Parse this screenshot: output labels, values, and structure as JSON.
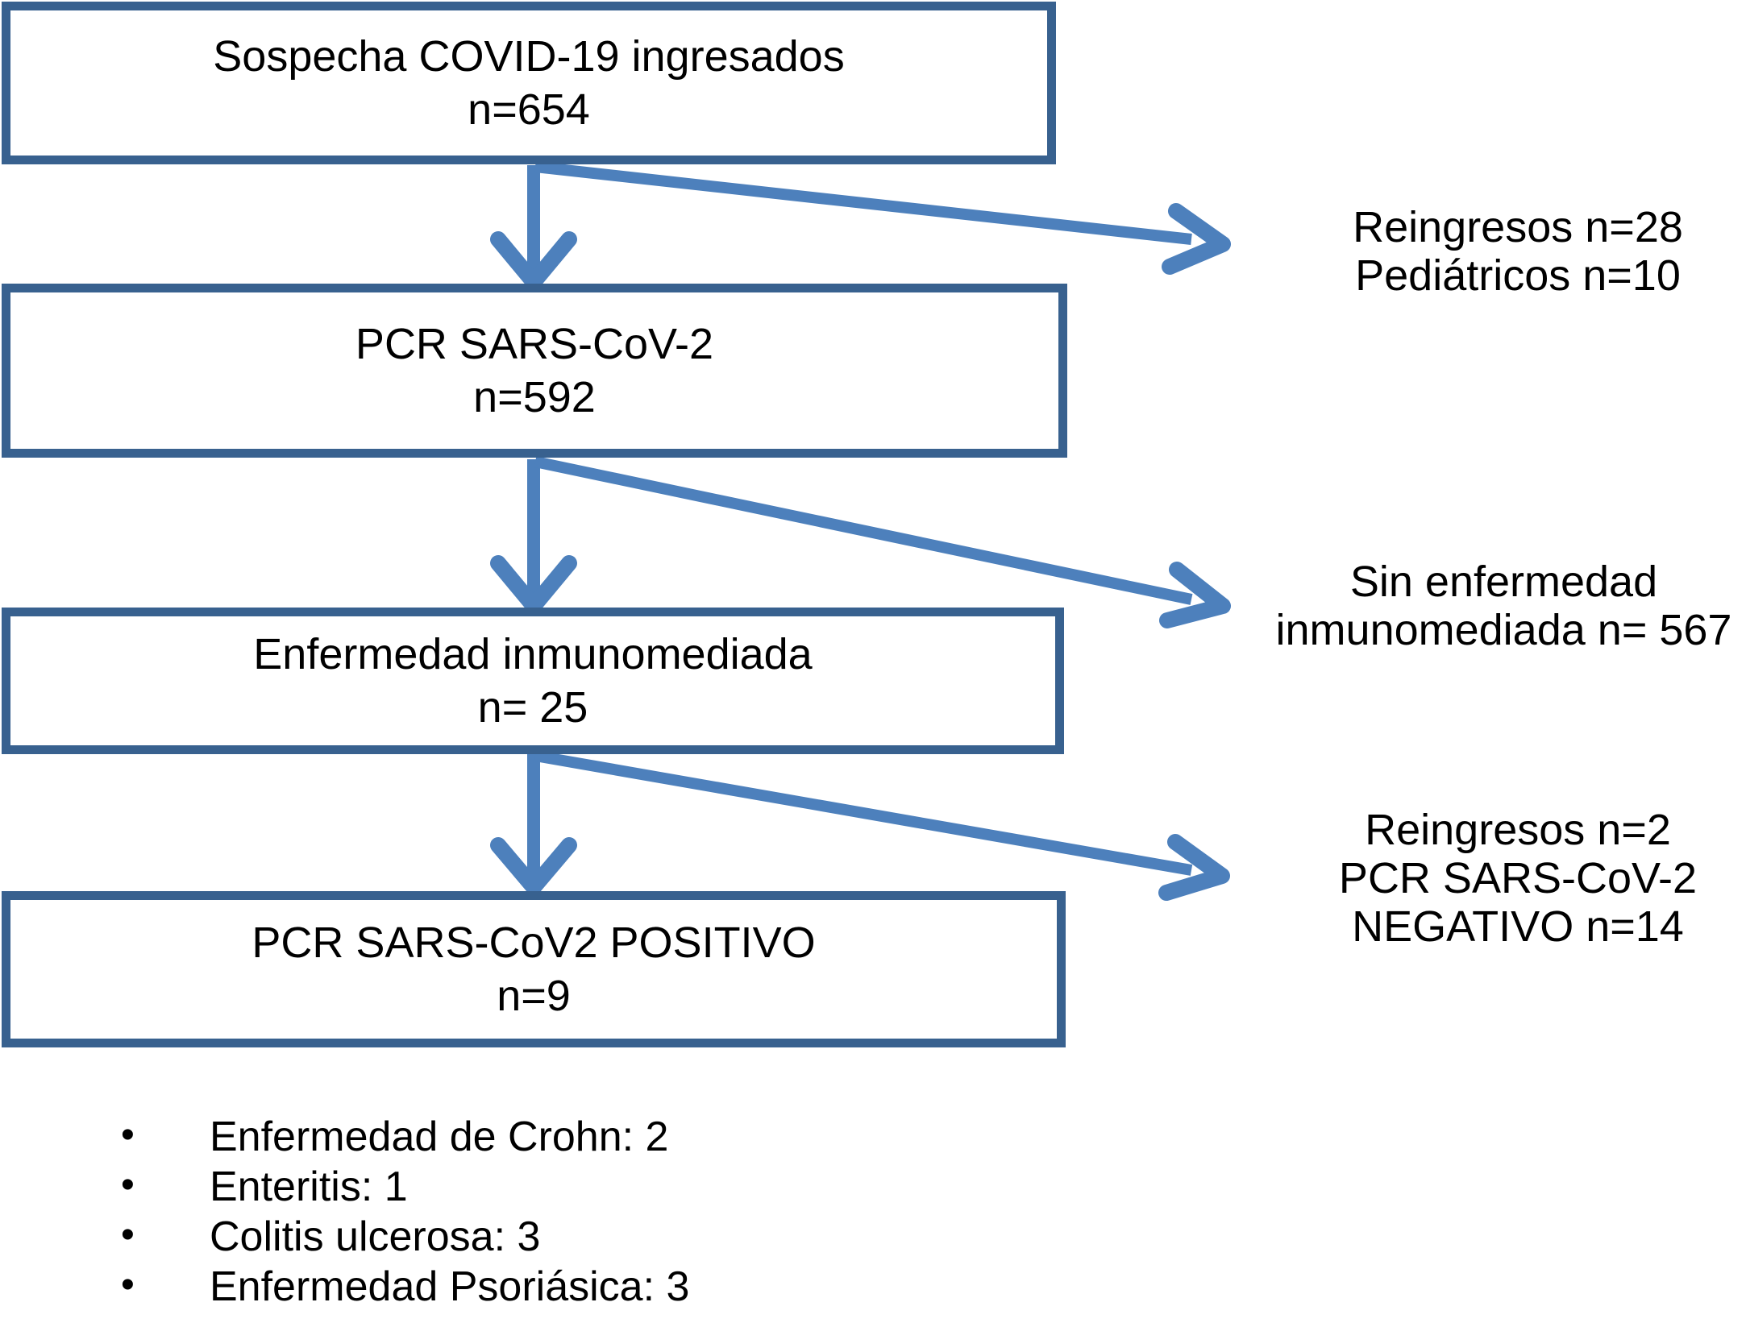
{
  "figure": {
    "boxes": [
      {
        "lines": [
          "Sospecha COVID-19 ingresados",
          "n=654"
        ]
      },
      {
        "lines": [
          "PCR SARS-CoV-2",
          "n=592"
        ]
      },
      {
        "lines": [
          "Enfermedad inmunomediada",
          "n= 25"
        ]
      },
      {
        "lines": [
          "PCR SARS-CoV2 POSITIVO",
          "n=9"
        ]
      }
    ],
    "side_notes": [
      {
        "lines": [
          "Reingresos n=28",
          "Pediátricos n=10"
        ]
      },
      {
        "lines": [
          "Sin enfermedad",
          "inmunomediada n= 567"
        ]
      },
      {
        "lines": [
          "Reingresos n=2",
          "PCR SARS-CoV-2",
          "NEGATIVO n=14"
        ]
      }
    ],
    "bullet_list": [
      "Enfermedad de Crohn: 2",
      "Enteritis: 1",
      "Colitis ulcerosa: 3",
      "Enfermedad Psoriásica: 3"
    ],
    "colors": {
      "box_border": "#38618f",
      "arrow": "#4d80bc",
      "text": "#000000",
      "background": "#ffffff"
    }
  }
}
